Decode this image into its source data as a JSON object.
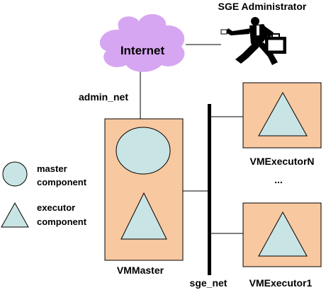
{
  "labels": {
    "administrator": "SGE Administrator",
    "internet": "Internet",
    "admin_net": "admin_net",
    "master_legend_line1": "master",
    "master_legend_line2": "component",
    "executor_legend_line1": "executor",
    "executor_legend_line2": "component",
    "vm_master": "VMMaster",
    "vm_executor_n": "VMExecutorN",
    "ellipsis": "...",
    "sge_net": "sge_net",
    "vm_executor_1": "VMExecutor1"
  },
  "colors": {
    "vm_box_fill": "#f8c8a0",
    "component_fill": "#c8e4e4",
    "cloud_fill": "#d7a6f2",
    "line": "#000000"
  },
  "icons": {
    "administrator": "running-businessman-with-briefcase"
  }
}
